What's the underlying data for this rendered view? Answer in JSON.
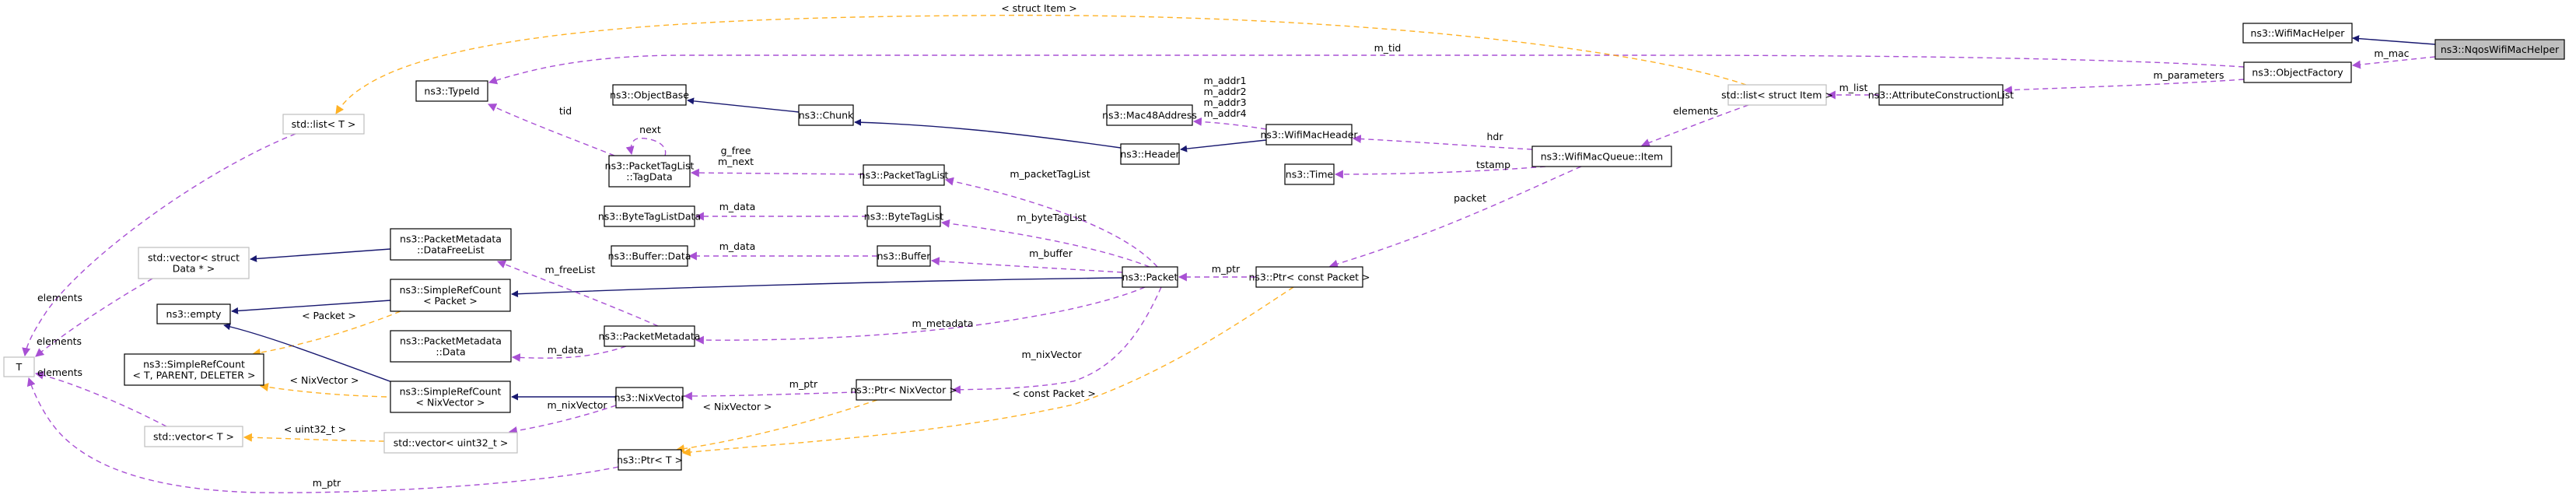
{
  "diagram": {
    "title": "ns3::NqosWifiMacHelper collaboration graph",
    "colors": {
      "inheritance": "#191970",
      "usage": "#9a32cd",
      "template": "#ffa500",
      "focus_fill": "#bfbfbf",
      "external_border": "#bfbfbf"
    },
    "nodes": [
      {
        "id": "std_list_T",
        "lines": [
          "std::list< T >"
        ],
        "kind": "external"
      },
      {
        "id": "TypeId",
        "lines": [
          "ns3::TypeId"
        ],
        "kind": "class"
      },
      {
        "id": "T",
        "lines": [
          "T"
        ],
        "kind": "external"
      },
      {
        "id": "std_vector_data",
        "lines": [
          "std::vector< struct",
          "Data * >"
        ],
        "kind": "external"
      },
      {
        "id": "empty",
        "lines": [
          "ns3::empty"
        ],
        "kind": "class"
      },
      {
        "id": "SimpleRefCount_T",
        "lines": [
          "ns3::SimpleRefCount",
          "< T, PARENT, DELETER >"
        ],
        "kind": "class"
      },
      {
        "id": "std_vector_T",
        "lines": [
          "std::vector< T >"
        ],
        "kind": "external"
      },
      {
        "id": "DataFreeList",
        "lines": [
          "ns3::PacketMetadata",
          "::DataFreeList"
        ],
        "kind": "class"
      },
      {
        "id": "SimpleRefCount_Packet",
        "lines": [
          "ns3::SimpleRefCount",
          "< Packet >"
        ],
        "kind": "class"
      },
      {
        "id": "PacketMetadata_Data",
        "lines": [
          "ns3::PacketMetadata",
          "::Data"
        ],
        "kind": "class"
      },
      {
        "id": "SimpleRefCount_NixVector",
        "lines": [
          "ns3::SimpleRefCount",
          "< NixVector >"
        ],
        "kind": "class"
      },
      {
        "id": "std_vector_uint32",
        "lines": [
          "std::vector< uint32_t >"
        ],
        "kind": "external"
      },
      {
        "id": "ObjectBase",
        "lines": [
          "ns3::ObjectBase"
        ],
        "kind": "class"
      },
      {
        "id": "Chunk",
        "lines": [
          "ns3::Chunk"
        ],
        "kind": "class"
      },
      {
        "id": "TagData",
        "lines": [
          "ns3::PacketTagList",
          "::TagData"
        ],
        "kind": "class"
      },
      {
        "id": "PacketTagList",
        "lines": [
          "ns3::PacketTagList"
        ],
        "kind": "class"
      },
      {
        "id": "ByteTagListData",
        "lines": [
          "ns3::ByteTagListData"
        ],
        "kind": "class"
      },
      {
        "id": "ByteTagList",
        "lines": [
          "ns3::ByteTagList"
        ],
        "kind": "class"
      },
      {
        "id": "Buffer_Data",
        "lines": [
          "ns3::Buffer::Data"
        ],
        "kind": "class"
      },
      {
        "id": "Buffer",
        "lines": [
          "ns3::Buffer"
        ],
        "kind": "class"
      },
      {
        "id": "PacketMetadata",
        "lines": [
          "ns3::PacketMetadata"
        ],
        "kind": "class"
      },
      {
        "id": "NixVector",
        "lines": [
          "ns3::NixVector"
        ],
        "kind": "class"
      },
      {
        "id": "Ptr_NixVector",
        "lines": [
          "ns3::Ptr< NixVector >"
        ],
        "kind": "class"
      },
      {
        "id": "Ptr_T",
        "lines": [
          "ns3::Ptr< T >"
        ],
        "kind": "class"
      },
      {
        "id": "Packet",
        "lines": [
          "ns3::Packet"
        ],
        "kind": "class"
      },
      {
        "id": "Ptr_const_Packet",
        "lines": [
          "ns3::Ptr< const Packet >"
        ],
        "kind": "class"
      },
      {
        "id": "Mac48Address",
        "lines": [
          "ns3::Mac48Address"
        ],
        "kind": "class"
      },
      {
        "id": "Header",
        "lines": [
          "ns3::Header"
        ],
        "kind": "class"
      },
      {
        "id": "WifiMacHeader",
        "lines": [
          "ns3::WifiMacHeader"
        ],
        "kind": "class"
      },
      {
        "id": "Time",
        "lines": [
          "ns3::Time"
        ],
        "kind": "class"
      },
      {
        "id": "WifiMacQueue_Item",
        "lines": [
          "ns3::WifiMacQueue::Item"
        ],
        "kind": "class"
      },
      {
        "id": "std_list_Item",
        "lines": [
          "std::list< struct Item >"
        ],
        "kind": "external"
      },
      {
        "id": "AttributeConstructionList",
        "lines": [
          "ns3::AttributeConstructionList"
        ],
        "kind": "class"
      },
      {
        "id": "WifiMacHelper",
        "lines": [
          "ns3::WifiMacHelper"
        ],
        "kind": "class"
      },
      {
        "id": "ObjectFactory",
        "lines": [
          "ns3::ObjectFactory"
        ],
        "kind": "class"
      },
      {
        "id": "NqosWifiMacHelper",
        "lines": [
          "ns3::NqosWifiMacHelper"
        ],
        "kind": "focus"
      }
    ],
    "edges": [
      {
        "from": "NqosWifiMacHelper",
        "to": "WifiMacHelper",
        "type": "inherit",
        "label": []
      },
      {
        "from": "NqosWifiMacHelper",
        "to": "ObjectFactory",
        "type": "usage",
        "label": [
          "m_mac"
        ]
      },
      {
        "from": "ObjectFactory",
        "to": "AttributeConstructionList",
        "type": "usage",
        "label": [
          "m_parameters"
        ]
      },
      {
        "from": "ObjectFactory",
        "to": "TypeId",
        "type": "usage",
        "label": [
          "m_tid"
        ]
      },
      {
        "from": "AttributeConstructionList",
        "to": "std_list_Item",
        "type": "usage",
        "label": [
          "m_list"
        ]
      },
      {
        "from": "std_list_Item",
        "to": "WifiMacQueue_Item",
        "type": "usage",
        "label": [
          "elements"
        ]
      },
      {
        "from": "std_list_Item",
        "to": "std_list_T",
        "type": "template",
        "label": [
          "< struct Item >"
        ]
      },
      {
        "from": "WifiMacQueue_Item",
        "to": "WifiMacHeader",
        "type": "usage",
        "label": [
          "hdr"
        ]
      },
      {
        "from": "WifiMacQueue_Item",
        "to": "Time",
        "type": "usage",
        "label": [
          "tstamp"
        ]
      },
      {
        "from": "WifiMacQueue_Item",
        "to": "Ptr_const_Packet",
        "type": "usage",
        "label": [
          "packet"
        ]
      },
      {
        "from": "WifiMacHeader",
        "to": "Mac48Address",
        "type": "usage",
        "label": [
          "m_addr1",
          "m_addr2",
          "m_addr3",
          "m_addr4"
        ]
      },
      {
        "from": "WifiMacHeader",
        "to": "Header",
        "type": "inherit",
        "label": []
      },
      {
        "from": "Header",
        "to": "Chunk",
        "type": "inherit",
        "label": []
      },
      {
        "from": "Chunk",
        "to": "ObjectBase",
        "type": "inherit",
        "label": []
      },
      {
        "from": "Ptr_const_Packet",
        "to": "Packet",
        "type": "usage",
        "label": [
          "m_ptr"
        ]
      },
      {
        "from": "Ptr_const_Packet",
        "to": "Ptr_T",
        "type": "template",
        "label": [
          "< const Packet >"
        ]
      },
      {
        "from": "Packet",
        "to": "PacketTagList",
        "type": "usage",
        "label": [
          "m_packetTagList"
        ]
      },
      {
        "from": "Packet",
        "to": "ByteTagList",
        "type": "usage",
        "label": [
          "m_byteTagList"
        ]
      },
      {
        "from": "Packet",
        "to": "Buffer",
        "type": "usage",
        "label": [
          "m_buffer"
        ]
      },
      {
        "from": "Packet",
        "to": "SimpleRefCount_Packet",
        "type": "inherit",
        "label": []
      },
      {
        "from": "Packet",
        "to": "PacketMetadata",
        "type": "usage",
        "label": [
          "m_metadata"
        ]
      },
      {
        "from": "Packet",
        "to": "Ptr_NixVector",
        "type": "usage",
        "label": [
          "m_nixVector"
        ]
      },
      {
        "from": "PacketTagList",
        "to": "TagData",
        "type": "usage",
        "label": [
          "g_free",
          "m_next"
        ]
      },
      {
        "from": "TagData",
        "to": "TagData",
        "type": "usage",
        "label": [
          "next"
        ]
      },
      {
        "from": "TagData",
        "to": "TypeId",
        "type": "usage",
        "label": [
          "tid"
        ]
      },
      {
        "from": "ByteTagList",
        "to": "ByteTagListData",
        "type": "usage",
        "label": [
          "m_data"
        ]
      },
      {
        "from": "Buffer",
        "to": "Buffer_Data",
        "type": "usage",
        "label": [
          "m_data"
        ]
      },
      {
        "from": "PacketMetadata",
        "to": "DataFreeList",
        "type": "usage",
        "label": [
          "m_freeList"
        ]
      },
      {
        "from": "PacketMetadata",
        "to": "PacketMetadata_Data",
        "type": "usage",
        "label": [
          "m_data"
        ]
      },
      {
        "from": "Ptr_NixVector",
        "to": "NixVector",
        "type": "usage",
        "label": [
          "m_ptr"
        ]
      },
      {
        "from": "Ptr_NixVector",
        "to": "Ptr_T",
        "type": "template",
        "label": [
          "< NixVector >"
        ]
      },
      {
        "from": "NixVector",
        "to": "SimpleRefCount_NixVector",
        "type": "inherit",
        "label": []
      },
      {
        "from": "NixVector",
        "to": "std_vector_uint32",
        "type": "usage",
        "label": [
          "m_nixVector"
        ]
      },
      {
        "from": "DataFreeList",
        "to": "std_vector_data",
        "type": "inherit",
        "label": []
      },
      {
        "from": "SimpleRefCount_Packet",
        "to": "empty",
        "type": "inherit",
        "label": []
      },
      {
        "from": "SimpleRefCount_Packet",
        "to": "SimpleRefCount_T",
        "type": "template",
        "label": [
          "< Packet >"
        ]
      },
      {
        "from": "SimpleRefCount_NixVector",
        "to": "empty",
        "type": "inherit",
        "label": []
      },
      {
        "from": "SimpleRefCount_NixVector",
        "to": "SimpleRefCount_T",
        "type": "template",
        "label": [
          "< NixVector >"
        ]
      },
      {
        "from": "std_vector_uint32",
        "to": "std_vector_T",
        "type": "template",
        "label": [
          "< uint32_t >"
        ]
      },
      {
        "from": "std_list_T",
        "to": "T",
        "type": "usage",
        "label": [
          "elements"
        ]
      },
      {
        "from": "std_vector_data",
        "to": "T",
        "type": "usage",
        "label": [
          "elements"
        ]
      },
      {
        "from": "std_vector_T",
        "to": "T",
        "type": "usage",
        "label": [
          "elements"
        ]
      },
      {
        "from": "Ptr_T",
        "to": "T",
        "type": "usage",
        "label": [
          "m_ptr"
        ]
      }
    ]
  }
}
